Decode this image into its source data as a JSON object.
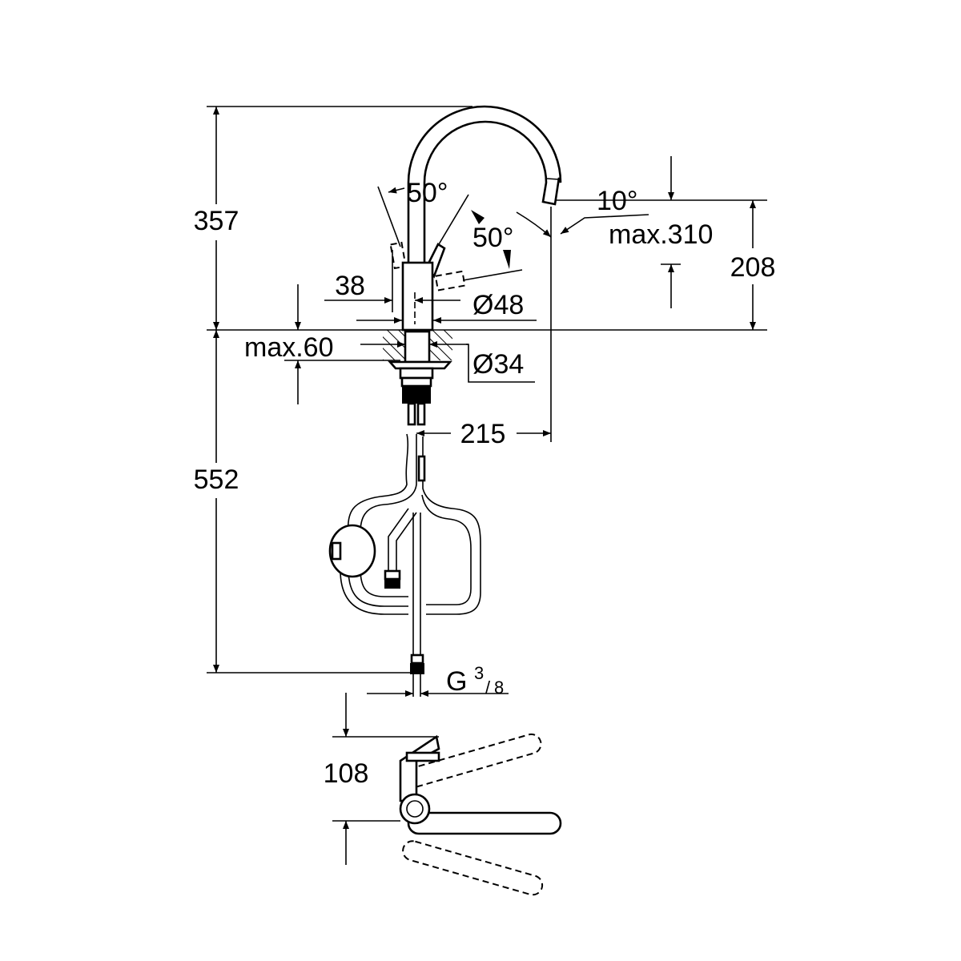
{
  "drawing": {
    "dimensions": {
      "total_height_above_deck": "357",
      "below_deck_length": "552",
      "spout_outlet_height": "208",
      "max_outlet_height": "max.310",
      "spout_tilt": "10°",
      "handle_rotation_left": "50°",
      "handle_rotation_right": "50°",
      "body_offset": "38",
      "body_diameter": "Ø48",
      "max_deck_thickness": "max.60",
      "hole_diameter": "Ø34",
      "spout_reach": "215",
      "connection_thread_main": "G",
      "connection_thread_num": "3",
      "connection_thread_den": "8",
      "top_view_handle_height": "108"
    }
  }
}
